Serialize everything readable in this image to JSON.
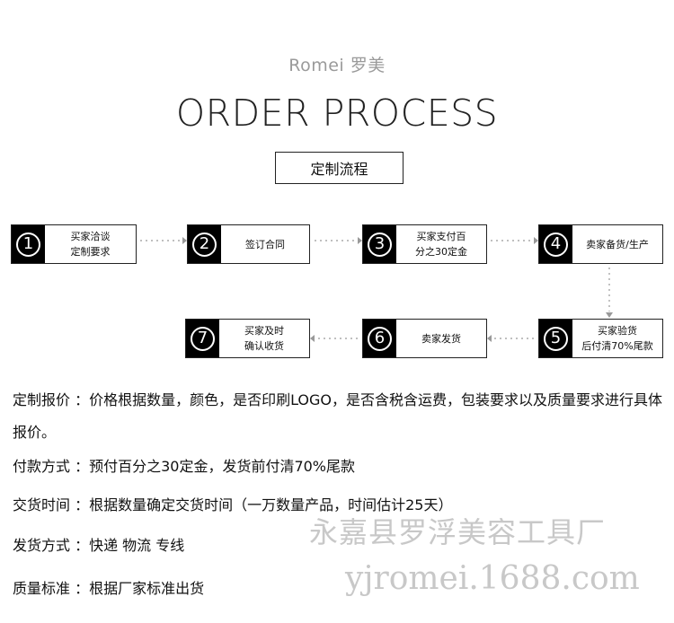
{
  "header": {
    "brand": "Romei  罗美",
    "title": "ORDER PROCESS",
    "subtitle": "定制流程"
  },
  "steps": [
    {
      "num": "1",
      "line1": "买家洽谈",
      "line2": "定制要求"
    },
    {
      "num": "2",
      "line1": "签订合同",
      "line2": ""
    },
    {
      "num": "3",
      "line1": "买家支付百",
      "line2": "分之30定金"
    },
    {
      "num": "4",
      "line1": "卖家备货/生产",
      "line2": ""
    },
    {
      "num": "5",
      "line1": "买家验货",
      "line2": "后付清70%尾款"
    },
    {
      "num": "6",
      "line1": "卖家发货",
      "line2": ""
    },
    {
      "num": "7",
      "line1": "买家及时",
      "line2": "确认收货"
    }
  ],
  "info": {
    "custom_quote": "定制报价 ：价格根据数量，颜色，是否印刷LOGO，是否含税含运费，包装要求以及质量要求进行具体报价。",
    "payment": "付款方式 ：预付百分之30定金，发货前付清70%尾款",
    "delivery_time": "交货时间 ：根据数量确定交货时间（一万数量产品，时间估计25天）",
    "shipping": "发货方式 ：快递   物流   专线",
    "quality": "质量标准 ：根据厂家标准出货"
  },
  "watermark": {
    "company": "永嘉县罗浮美容工具厂",
    "site": "yjromei.1688.com"
  },
  "colors": {
    "number_bg": "#000000",
    "connector": "#999999",
    "watermark": "#c8c8c8"
  }
}
